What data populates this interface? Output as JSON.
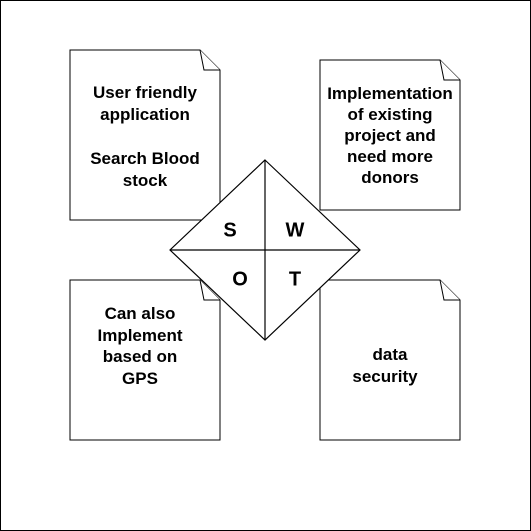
{
  "notes": {
    "strengths": {
      "lines": [
        "User friendly",
        "application",
        "",
        "Search Blood",
        "stock"
      ]
    },
    "weaknesses": {
      "lines": [
        "Implementation",
        "of existing",
        "project and",
        "need more",
        "donors"
      ]
    },
    "opportunities": {
      "lines": [
        "Can also",
        "Implement",
        "based on",
        "GPS"
      ]
    },
    "threats": {
      "lines": [
        "data",
        "security"
      ]
    }
  },
  "swot": {
    "s": "S",
    "w": "W",
    "o": "O",
    "t": "T"
  }
}
